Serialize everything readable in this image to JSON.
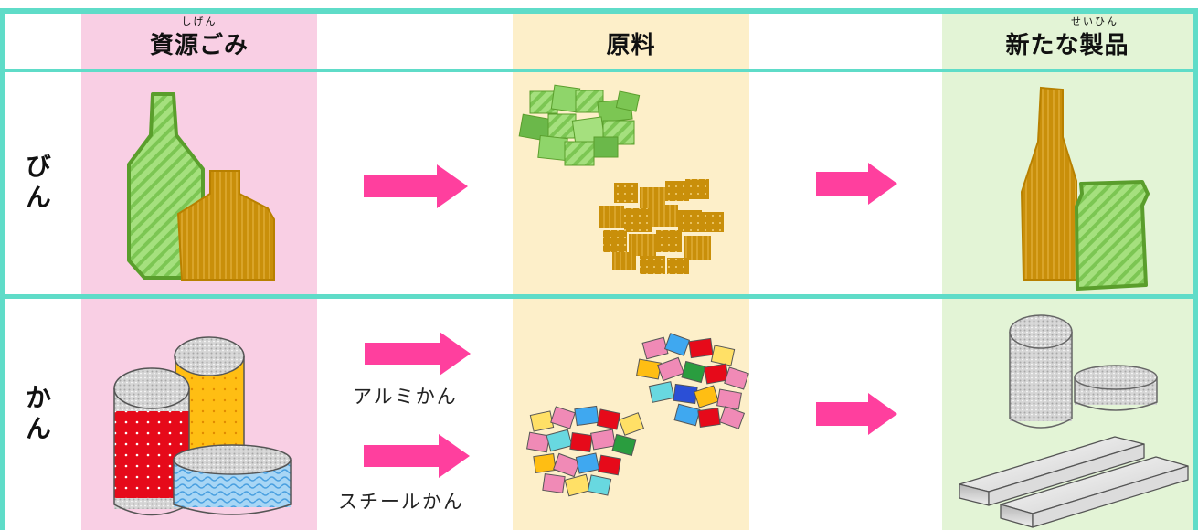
{
  "headers": {
    "waste": "資源ごみ",
    "waste_ruby": "しげん",
    "material": "原料",
    "product": "新たな製品",
    "product_ruby": "せいひん"
  },
  "rows": [
    {
      "label": "びん"
    },
    {
      "label": "かん"
    }
  ],
  "captions": {
    "aluminum": "アルミかん",
    "steel": "スチールかん"
  },
  "colors": {
    "waste_bg": "#f9cfe4",
    "material_bg": "#fdefc9",
    "product_bg": "#e3f4d6",
    "border": "#5fdcc8",
    "arrow": "#ff3f9e",
    "green_glass": "#8fd56a",
    "brown_glass": "#c98f0a"
  },
  "icons": [
    "green-bottle-icon",
    "brown-bottle-icon",
    "cullet-icon",
    "can-icon",
    "arrow-icon",
    "aluminum-ingot-icon",
    "steel-slab-icon"
  ]
}
